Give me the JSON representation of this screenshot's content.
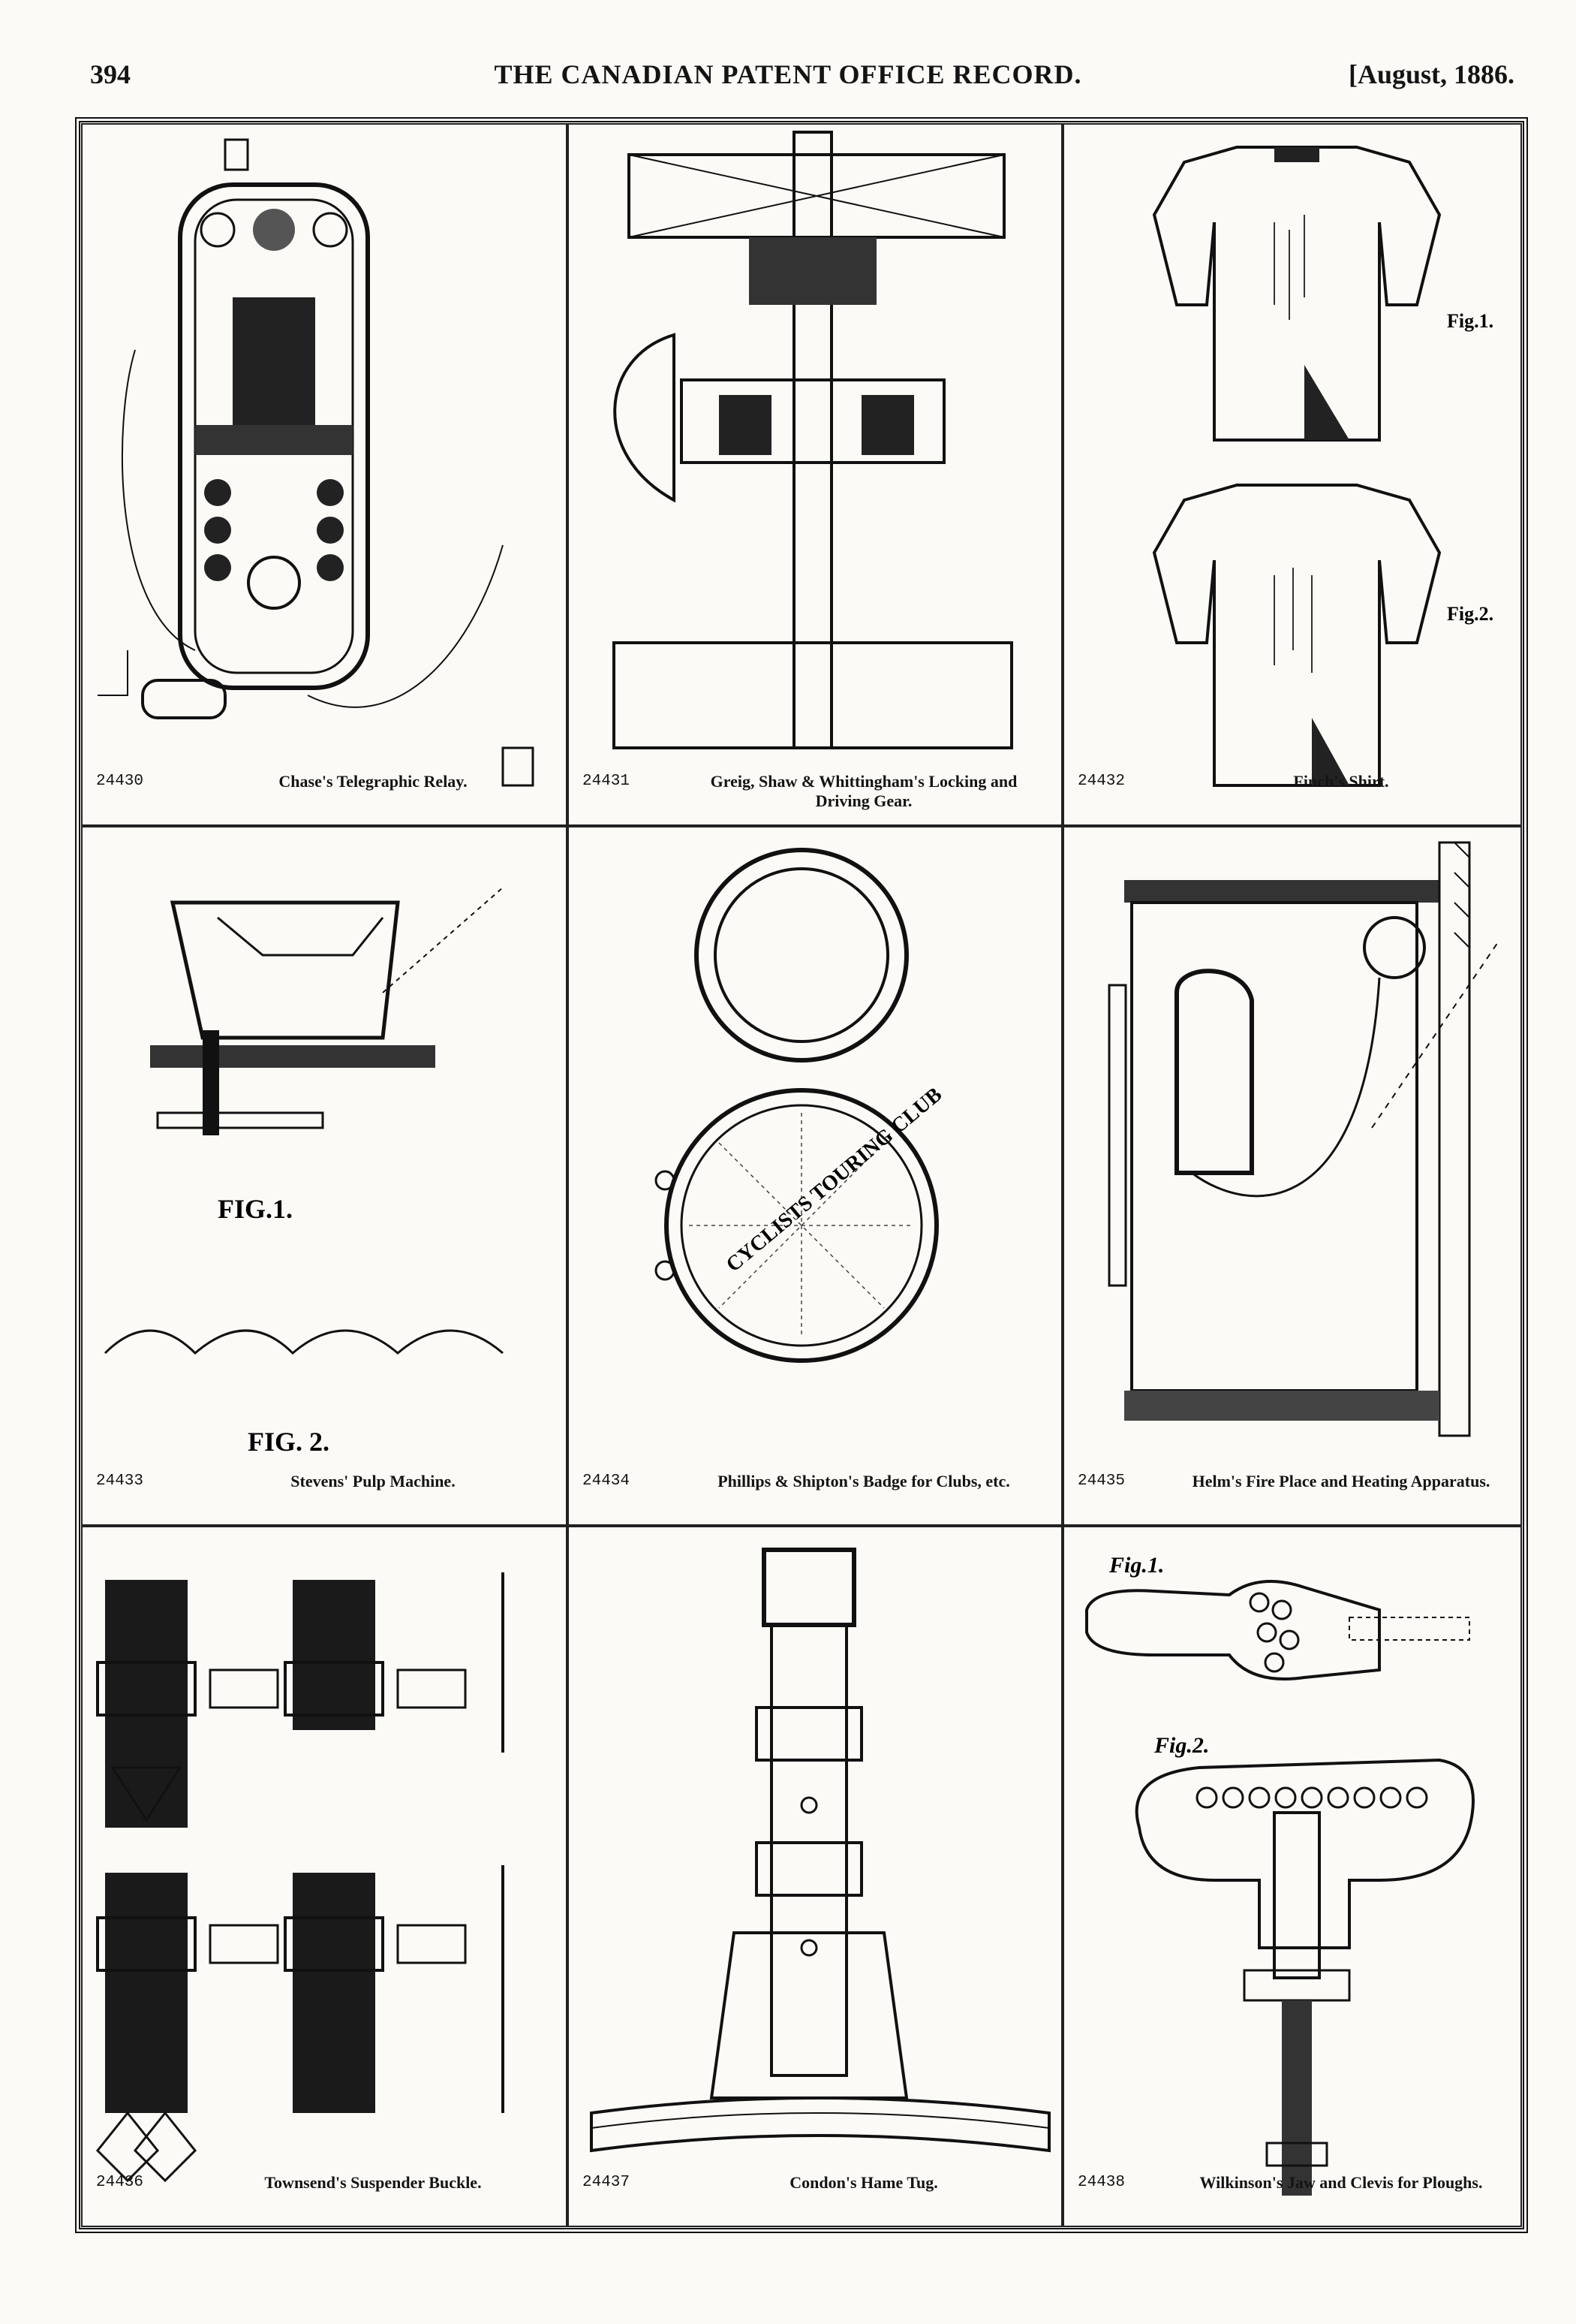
{
  "header": {
    "page_number": "394",
    "journal_title": "THE CANADIAN PATENT OFFICE RECORD.",
    "date": "[August, 1886."
  },
  "patents": [
    {
      "number": "24430",
      "title": "Chase's Telegraphic Relay."
    },
    {
      "number": "24431",
      "title": "Greig, Shaw & Whittingham's Locking and Driving Gear."
    },
    {
      "number": "24432",
      "title": "Finch's Shirt."
    },
    {
      "number": "24433",
      "title": "Stevens' Pulp Machine."
    },
    {
      "number": "24434",
      "title": "Phillips & Shipton's Badge for Clubs, etc."
    },
    {
      "number": "24435",
      "title": "Helm's Fire Place and Heating Apparatus."
    },
    {
      "number": "24436",
      "title": "Townsend's Suspender Buckle."
    },
    {
      "number": "24437",
      "title": "Condon's Hame Tug."
    },
    {
      "number": "24438",
      "title": "Wilkinson's Jaw and Clevis for Ploughs."
    }
  ],
  "figure_labels": {
    "shirt_fig1": "Fig.1.",
    "shirt_fig2": "Fig.2.",
    "pulp_fig1": "FIG.1.",
    "pulp_fig2": "FIG. 2.",
    "plough_fig1": "Fig.1.",
    "plough_fig2": "Fig.2.",
    "badge_text": "CYCLISTS TOURING CLUB"
  }
}
